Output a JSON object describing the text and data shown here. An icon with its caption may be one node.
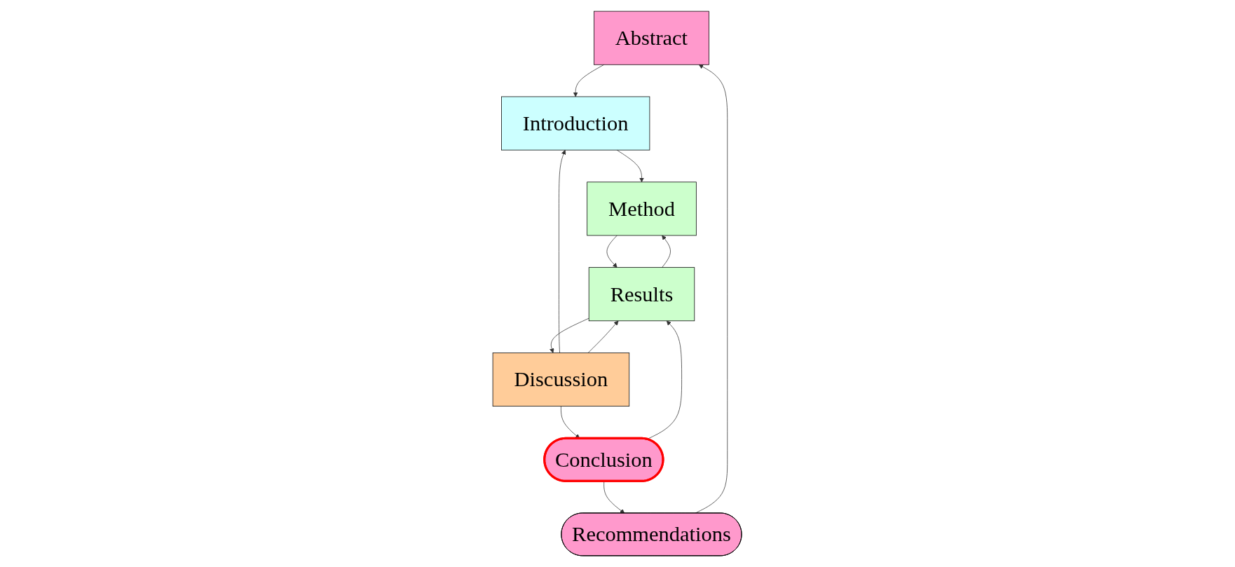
{
  "diagram": {
    "nodes": [
      {
        "text": [
          "Abstract"
        ]
      },
      {
        "text": [
          "Introduction"
        ]
      },
      {
        "text": [
          "Method"
        ]
      },
      {
        "text": [
          "Results"
        ]
      },
      {
        "text": [
          "Discussion"
        ]
      },
      {
        "text": [
          "Conclusion"
        ]
      },
      {
        "text": [
          "Recommendations"
        ]
      }
    ],
    "edges": [
      {
        "from": 0,
        "to": 1,
        "arrow": "to"
      },
      {
        "from": 1,
        "to": 2,
        "arrow": "to"
      },
      {
        "from": 2,
        "to": 3,
        "arrow": "to"
      },
      {
        "from": 3,
        "to": 2,
        "arrow": "to"
      },
      {
        "from": 3,
        "to": 4,
        "arrow": "to"
      },
      {
        "from": 4,
        "to": 1,
        "arrow": "to"
      },
      {
        "from": 4,
        "to": 3,
        "arrow": "to"
      },
      {
        "from": 4,
        "to": 5,
        "arrow": "to"
      },
      {
        "from": 5,
        "to": 3,
        "arrow": "to"
      },
      {
        "from": 5,
        "to": 6,
        "arrow": "to"
      },
      {
        "from": 6,
        "to": 0,
        "arrow": "to"
      }
    ]
  }
}
